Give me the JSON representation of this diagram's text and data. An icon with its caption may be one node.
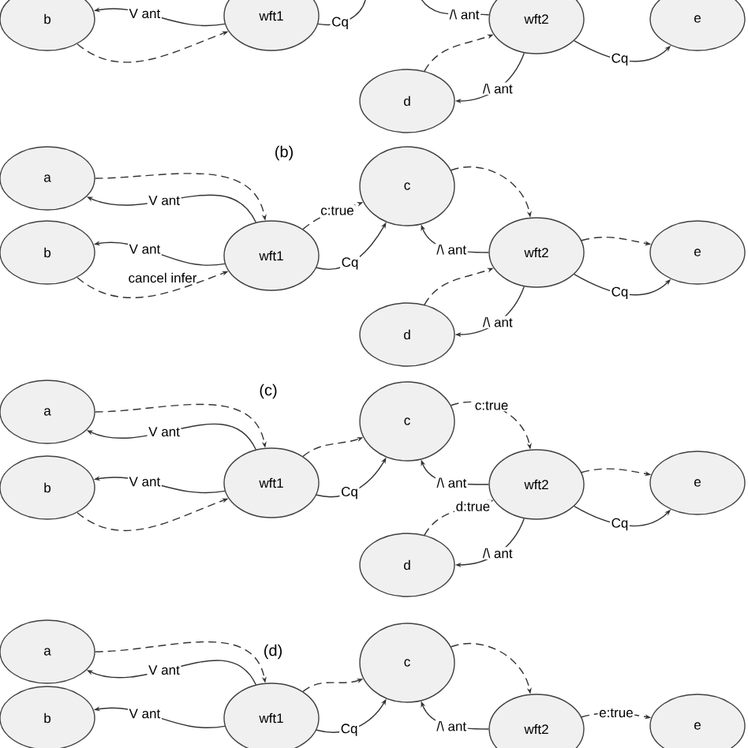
{
  "diagram": {
    "nodes": [
      {
        "text": [
          "b"
        ]
      },
      {
        "text": [
          "wft1"
        ]
      },
      {
        "text": [
          "wft2"
        ]
      },
      {
        "text": [
          "e"
        ]
      },
      {
        "text": [
          "d"
        ]
      },
      {
        "text": [
          "a"
        ]
      },
      {
        "text": [
          "b"
        ]
      },
      {
        "text": [
          "wft1"
        ]
      },
      {
        "text": [
          "c"
        ]
      },
      {
        "text": [
          "wft2"
        ]
      },
      {
        "text": [
          "e"
        ]
      },
      {
        "text": [
          "d"
        ]
      },
      {
        "text": [
          "a"
        ]
      },
      {
        "text": [
          "b"
        ]
      },
      {
        "text": [
          "wft1"
        ]
      },
      {
        "text": [
          "c"
        ]
      },
      {
        "text": [
          "wft2"
        ]
      },
      {
        "text": [
          "e"
        ]
      },
      {
        "text": [
          "d"
        ]
      },
      {
        "text": [
          "a"
        ]
      },
      {
        "text": [
          "b"
        ]
      },
      {
        "text": [
          "wft1"
        ]
      },
      {
        "text": [
          "c"
        ]
      },
      {
        "text": [
          "wft2"
        ]
      },
      {
        "text": [
          "e"
        ]
      }
    ],
    "edges": [
      {
        "from": 1,
        "to": 0,
        "arrow": "to",
        "label": "V ant"
      },
      {
        "from": 0,
        "to": 1,
        "arrow": "to",
        "style": "dashed"
      },
      {
        "from": 1,
        "to": null,
        "arrow": "none",
        "label": "Cq"
      },
      {
        "from": 2,
        "to": null,
        "arrow": "none",
        "label": "/\\ ant"
      },
      {
        "from": 4,
        "to": 2,
        "arrow": "to",
        "style": "dashed"
      },
      {
        "from": 2,
        "to": 4,
        "arrow": "to",
        "label": "/\\ ant"
      },
      {
        "from": 2,
        "to": 3,
        "arrow": "to",
        "label": "Cq"
      },
      {
        "from": 7,
        "to": 5,
        "arrow": "to",
        "label": "V ant"
      },
      {
        "from": 7,
        "to": 6,
        "arrow": "to",
        "label": "V ant"
      },
      {
        "from": 5,
        "to": 7,
        "arrow": "to",
        "style": "dashed"
      },
      {
        "from": 6,
        "to": 7,
        "arrow": "to",
        "style": "dashed"
      },
      {
        "from": 7,
        "to": 8,
        "arrow": "to",
        "style": "dashed",
        "label": "c:true"
      },
      {
        "from": 7,
        "to": 8,
        "arrow": "to",
        "label": "Cq"
      },
      {
        "from": 8,
        "to": 9,
        "arrow": "to",
        "style": "dashed"
      },
      {
        "from": 9,
        "to": 8,
        "arrow": "to",
        "label": "/\\ ant"
      },
      {
        "from": 9,
        "to": 10,
        "arrow": "to",
        "style": "dashed"
      },
      {
        "from": 9,
        "to": 10,
        "arrow": "to",
        "label": "Cq"
      },
      {
        "from": 11,
        "to": 9,
        "arrow": "to",
        "style": "dashed"
      },
      {
        "from": 9,
        "to": 11,
        "arrow": "to",
        "label": "/\\ ant"
      },
      {
        "from": 14,
        "to": 12,
        "arrow": "to",
        "label": "V ant"
      },
      {
        "from": 14,
        "to": 13,
        "arrow": "to",
        "label": "V ant"
      },
      {
        "from": 12,
        "to": 14,
        "arrow": "to",
        "style": "dashed"
      },
      {
        "from": 13,
        "to": 14,
        "arrow": "to",
        "style": "dashed"
      },
      {
        "from": 14,
        "to": 15,
        "arrow": "to",
        "style": "dashed"
      },
      {
        "from": 14,
        "to": 15,
        "arrow": "to",
        "label": "Cq"
      },
      {
        "from": 15,
        "to": 16,
        "arrow": "to",
        "style": "dashed",
        "label": "c:true"
      },
      {
        "from": 16,
        "to": 15,
        "arrow": "to",
        "label": "/\\ ant"
      },
      {
        "from": 16,
        "to": 17,
        "arrow": "to",
        "style": "dashed"
      },
      {
        "from": 16,
        "to": 17,
        "arrow": "to",
        "label": "Cq"
      },
      {
        "from": 18,
        "to": 16,
        "arrow": "to",
        "style": "dashed",
        "label": "d:true"
      },
      {
        "from": 16,
        "to": 18,
        "arrow": "to",
        "label": "/\\ ant"
      },
      {
        "from": 21,
        "to": 19,
        "arrow": "to",
        "label": "V ant"
      },
      {
        "from": 21,
        "to": 20,
        "arrow": "to",
        "label": "V ant"
      },
      {
        "from": 19,
        "to": 21,
        "arrow": "to",
        "style": "dashed"
      },
      {
        "from": 21,
        "to": 22,
        "arrow": "to",
        "style": "dashed"
      },
      {
        "from": 21,
        "to": 22,
        "arrow": "to",
        "label": "Cq"
      },
      {
        "from": 22,
        "to": 23,
        "arrow": "to",
        "style": "dashed"
      },
      {
        "from": 23,
        "to": 22,
        "arrow": "to",
        "label": "/\\ ant"
      },
      {
        "from": 23,
        "to": 24,
        "arrow": "to",
        "style": "dashed",
        "label": "e:true"
      }
    ],
    "labels": [
      "(b)",
      "cancel infer",
      "(c)",
      "(d)"
    ]
  }
}
